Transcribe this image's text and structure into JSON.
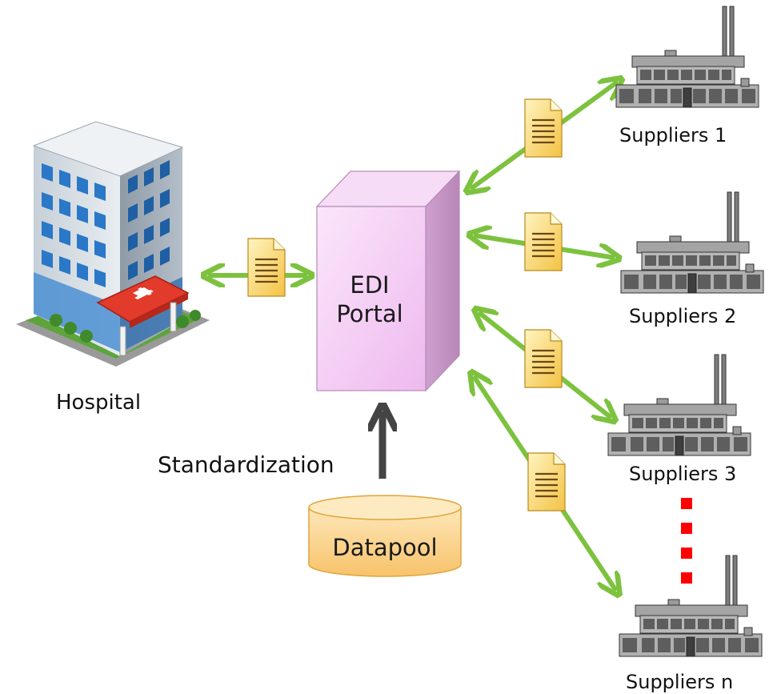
{
  "hospital": {
    "label": "Hospital"
  },
  "portal": {
    "line1": "EDI",
    "line2": "Portal"
  },
  "standardization": {
    "label": "Standardization"
  },
  "datapool": {
    "label": "Datapool"
  },
  "suppliers": [
    {
      "label": "Suppliers 1"
    },
    {
      "label": "Suppliers 2"
    },
    {
      "label": "Suppliers 3"
    },
    {
      "label": "Suppliers n"
    }
  ],
  "colors": {
    "arrow": "#7dc23f",
    "std_arrow": "#444444",
    "portal_front": "#f4cdf4",
    "datapool": "#fbd48a",
    "dots": "#ff0000"
  },
  "icons": [
    "hospital-building-icon",
    "factory-icon",
    "document-icon"
  ]
}
